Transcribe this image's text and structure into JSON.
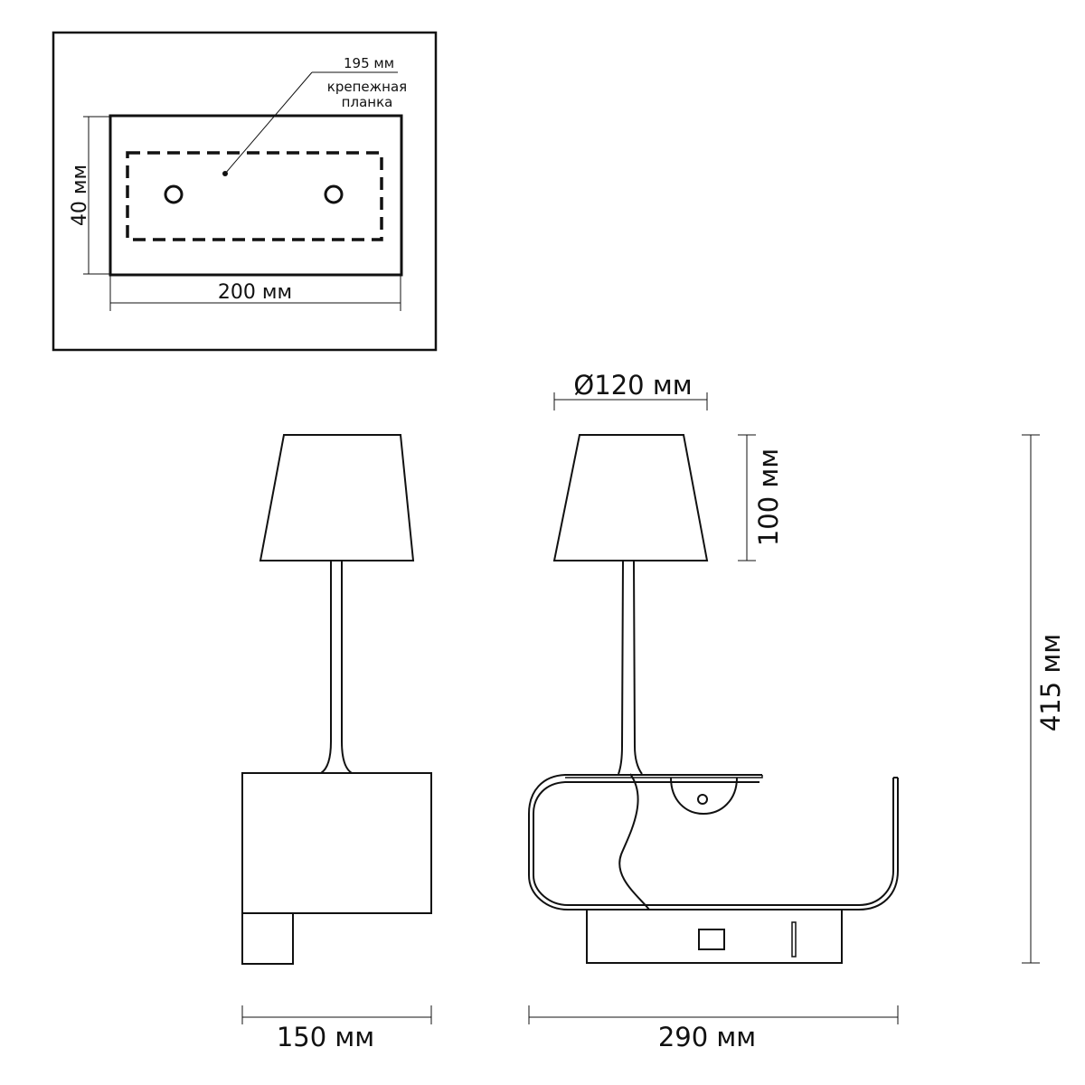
{
  "inset": {
    "bracket_length": "195 мм",
    "bracket_label_line1": "крепежная",
    "bracket_label_line2": "планка",
    "height_label": "40 мм",
    "width_label": "200 мм"
  },
  "dimensions": {
    "shade_diameter": "Ø120 мм",
    "shade_height": "100 мм",
    "total_height": "415 мм",
    "front_width": "150 мм",
    "side_width": "290 мм"
  }
}
